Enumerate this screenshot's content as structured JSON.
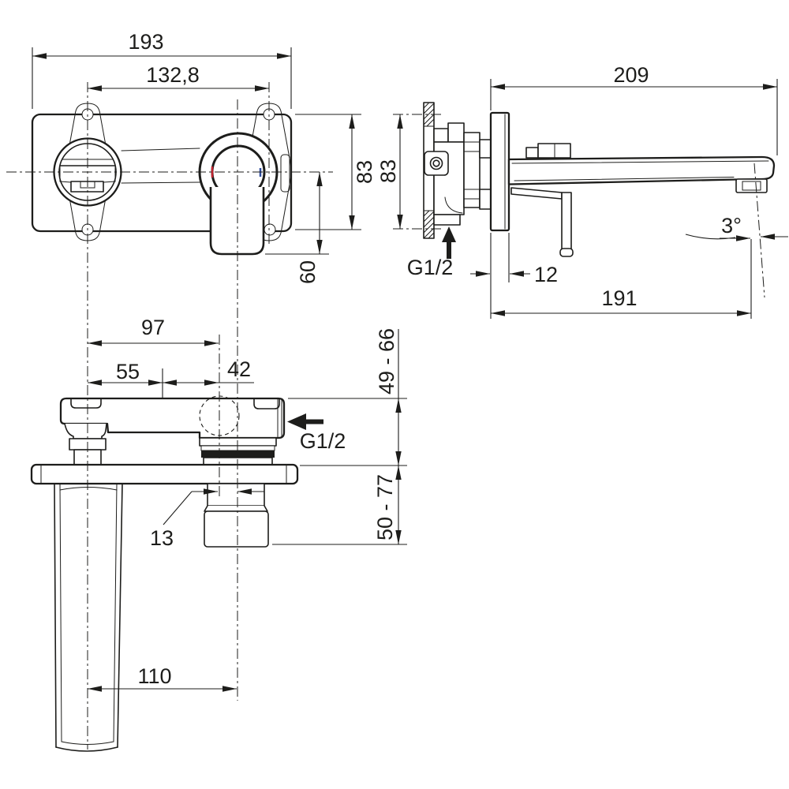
{
  "drawing": {
    "type": "technical-dimension-drawing",
    "background": "#ffffff",
    "line_color": "#1d1d1b",
    "hot_marker_color": "#c0232f",
    "cold_marker_color": "#2f4d9e"
  },
  "labels": {
    "front_overall_width": "193",
    "front_hole_spacing": "132,8",
    "front_plate_height": "83",
    "front_handle_drop": "60",
    "side_overall_length": "209",
    "side_bracket_height": "83",
    "side_inlet_thread": "G1/2",
    "side_plate_thickness": "12",
    "side_spout_reach": "191",
    "side_spray_angle": "3°",
    "plan_total_span": "97",
    "plan_left_span": "55",
    "plan_right_span": "42",
    "plan_upper_depth_range": "49 - 66",
    "plan_inlet_thread": "G1/2",
    "plan_lower_depth_range": "50 - 77",
    "plan_center_offset": "13",
    "plan_pipe_distance": "110"
  }
}
